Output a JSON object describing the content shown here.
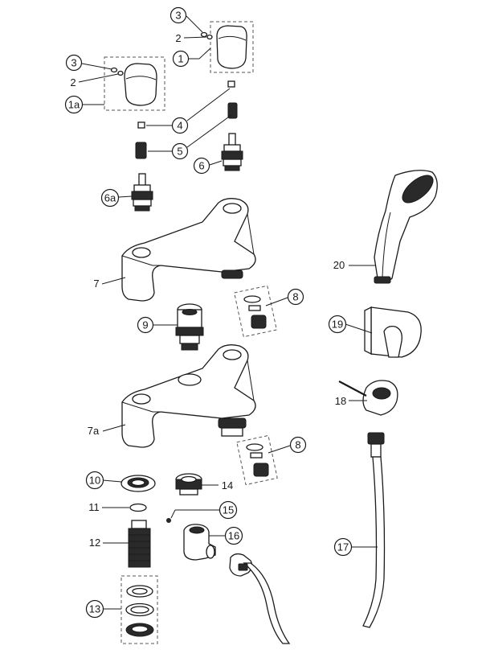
{
  "callouts": {
    "c3_top": "3",
    "c2_top": "2",
    "c1": "1",
    "c3_left": "3",
    "c2_left": "2",
    "c1a": "1a",
    "c4": "4",
    "c5": "5",
    "c6": "6",
    "c6a": "6a",
    "c7": "7",
    "c8_top": "8",
    "c9": "9",
    "c7a": "7a",
    "c8_bottom": "8",
    "c10": "10",
    "c11": "11",
    "c12": "12",
    "c13": "13",
    "c14": "14",
    "c15": "15",
    "c16": "16",
    "c17": "17",
    "c18": "18",
    "c19": "19",
    "c20": "20"
  }
}
